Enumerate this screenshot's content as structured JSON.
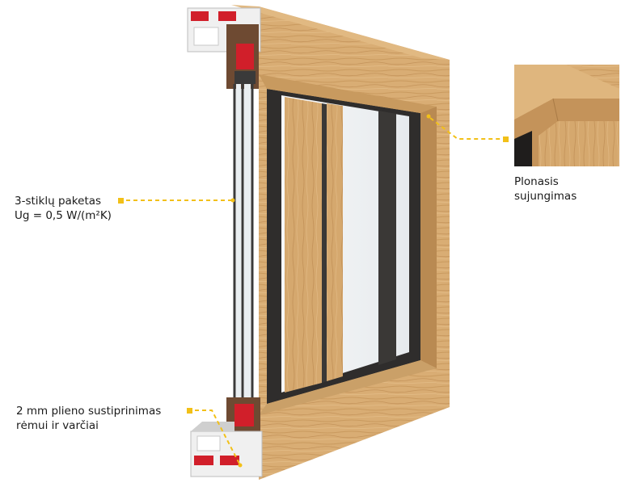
{
  "callouts": {
    "glass": {
      "line1": "3-stiklų paketas",
      "line2": "Ug = 0,5 W/(m²K)"
    },
    "steel": {
      "line1": "2 mm plieno sustiprinimas",
      "line2": "rėmui ir varčiai"
    },
    "joint": {
      "line1": "Plonasis",
      "line2": "sujungimas"
    }
  },
  "colors": {
    "wood": "#d9ad74",
    "wood_dark": "#c08e55",
    "frame_dark": "#3c3a38",
    "glass": "#eef1f3",
    "pvc": "#f2f2f2",
    "reinforcement": "#d11f2a",
    "callout": "#f2c018"
  }
}
